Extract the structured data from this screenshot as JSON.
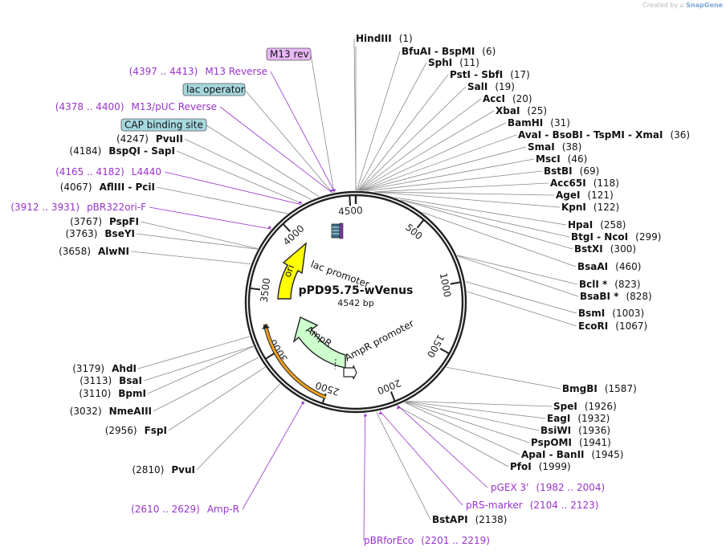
{
  "credit": {
    "prefix": "Created by",
    "brand": "SnapGene"
  },
  "plasmid": {
    "name": "pPD95.75-wVenus",
    "length_label": "4542 bp",
    "length": 4542
  },
  "ticks": [
    "500",
    "1000",
    "1500",
    "2000",
    "2500",
    "3000",
    "3500",
    "4000",
    "4500"
  ],
  "features": [
    {
      "label": "lac promoter",
      "color": "#ffffff"
    },
    {
      "label": "ori",
      "color": "#ffff00"
    },
    {
      "label": "AmpR",
      "color": "#ccffcc"
    },
    {
      "label": "AmpR promoter",
      "color": "#ffffff"
    }
  ],
  "feature_colors": {
    "primer": "#9933cc",
    "site": "#000000",
    "ampr_arc": "#f0a020"
  },
  "right_sites": [
    {
      "name": "HindIII",
      "pos": "(1)"
    },
    {
      "name": "BfuAI - BspMI",
      "pos": "(6)"
    },
    {
      "name": "SphI",
      "pos": "(11)"
    },
    {
      "name": "PstI - SbfI",
      "pos": "(17)"
    },
    {
      "name": "SalI",
      "pos": "(19)"
    },
    {
      "name": "AccI",
      "pos": "(20)"
    },
    {
      "name": "XbaI",
      "pos": "(25)"
    },
    {
      "name": "BamHI",
      "pos": "(31)"
    },
    {
      "name": "AvaI - BsoBI - TspMI - XmaI",
      "pos": "(36)"
    },
    {
      "name": "SmaI",
      "pos": "(38)"
    },
    {
      "name": "MscI",
      "pos": "(46)"
    },
    {
      "name": "BstBI",
      "pos": "(69)"
    },
    {
      "name": "Acc65I",
      "pos": "(118)"
    },
    {
      "name": "AgeI",
      "pos": "(121)"
    },
    {
      "name": "KpnI",
      "pos": "(122)"
    },
    {
      "name": "HpaI",
      "pos": "(258)"
    },
    {
      "name": "BtgI - NcoI",
      "pos": "(299)"
    },
    {
      "name": "BstXI",
      "pos": "(300)"
    },
    {
      "name": "BsaAI",
      "pos": "(460)"
    },
    {
      "name": "BclI *",
      "pos": "(823)"
    },
    {
      "name": "BsaBI *",
      "pos": "(828)"
    },
    {
      "name": "BsmI",
      "pos": "(1003)"
    },
    {
      "name": "EcoRI",
      "pos": "(1067)"
    },
    {
      "name": "BmgBI",
      "pos": "(1587)"
    },
    {
      "name": "SpeI",
      "pos": "(1926)"
    },
    {
      "name": "EagI",
      "pos": "(1932)"
    },
    {
      "name": "BsiWI",
      "pos": "(1936)"
    },
    {
      "name": "PspOMI",
      "pos": "(1941)"
    },
    {
      "name": "ApaI - BanII",
      "pos": "(1945)"
    },
    {
      "name": "PfoI",
      "pos": "(1999)"
    },
    {
      "name": "BstAPI",
      "pos": "(2138)"
    }
  ],
  "left_sites": [
    {
      "name": "PvuII",
      "pos": "(4247)"
    },
    {
      "name": "BspQI - SapI",
      "pos": "(4184)"
    },
    {
      "name": "AflIII - PciI",
      "pos": "(4067)"
    },
    {
      "name": "PspFI",
      "pos": "(3767)"
    },
    {
      "name": "BseYI",
      "pos": "(3763)"
    },
    {
      "name": "AlwNI",
      "pos": "(3658)"
    },
    {
      "name": "AhdI",
      "pos": "(3179)"
    },
    {
      "name": "BsaI",
      "pos": "(3113)"
    },
    {
      "name": "BpmI",
      "pos": "(3110)"
    },
    {
      "name": "NmeAIII",
      "pos": "(3032)"
    },
    {
      "name": "FspI",
      "pos": "(2956)"
    },
    {
      "name": "PvuI",
      "pos": "(2810)"
    }
  ],
  "primers": [
    {
      "name": "M13 Reverse",
      "range": "(4397 .. 4413)"
    },
    {
      "name": "M13/pUC Reverse",
      "range": "(4378 .. 4400)"
    },
    {
      "name": "L4440",
      "range": "(4165 .. 4182)"
    },
    {
      "name": "pBR322ori-F",
      "range": "(3912 .. 3931)"
    },
    {
      "name": "Amp-R",
      "range": "(2610 .. 2629)"
    },
    {
      "name": "pGEX 3'",
      "range": "(1982 .. 2004)"
    },
    {
      "name": "pRS-marker",
      "range": "(2104 .. 2123)"
    },
    {
      "name": "pBRforEco",
      "range": "(2201 .. 2219)"
    }
  ],
  "boxed_features": [
    {
      "label": "M13 rev",
      "color": "#e9b7f5"
    },
    {
      "label": "lac operator",
      "color": "#a7d8e0"
    },
    {
      "label": "CAP binding site",
      "color": "#a7d8e0"
    }
  ]
}
